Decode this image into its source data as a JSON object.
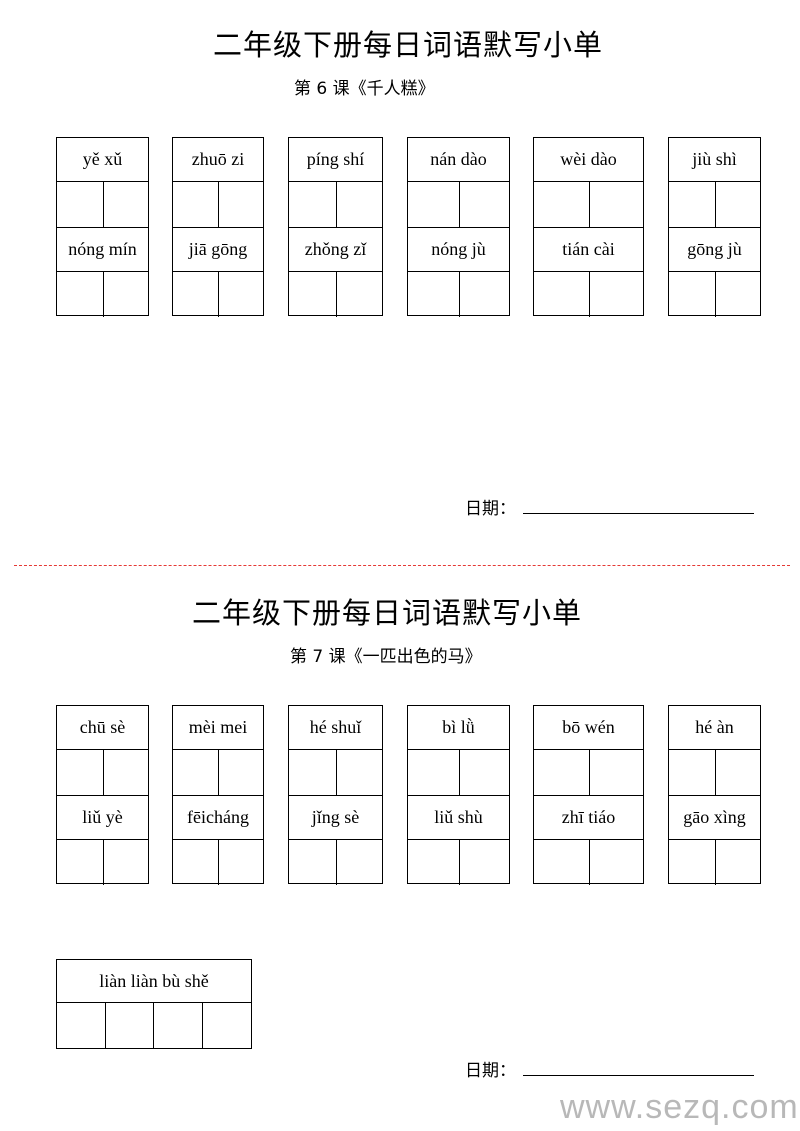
{
  "sections": [
    {
      "title": "二年级下册每日词语默写小单",
      "lesson": "第 6 课《千人糕》",
      "words": [
        [
          "yě  xǔ",
          "nóng  mín"
        ],
        [
          "zhuō  zi",
          "jiā  gōng"
        ],
        [
          "píng  shí",
          "zhǒng  zǐ"
        ],
        [
          "nán dào",
          "nóng  jù"
        ],
        [
          "wèi dào",
          "tián cài"
        ],
        [
          "jiù shì",
          "gōng  jù"
        ]
      ],
      "date_label": "日期："
    },
    {
      "title": "二年级下册每日词语默写小单",
      "lesson": "第 7 课《一匹出色的马》",
      "words": [
        [
          "chū  sè",
          "liǔ yè"
        ],
        [
          "mèi mei",
          "fēicháng"
        ],
        [
          "hé shuǐ",
          "jǐng  sè"
        ],
        [
          "bì lǜ",
          "liǔ shù"
        ],
        [
          "bō  wén",
          "zhī  tiáo"
        ],
        [
          "hé àn",
          "gāo xìng"
        ]
      ],
      "extra_word": "liàn liàn bù shě",
      "date_label": "日期："
    }
  ],
  "watermark": "www.sezq.com",
  "separator_color": "#e53935"
}
